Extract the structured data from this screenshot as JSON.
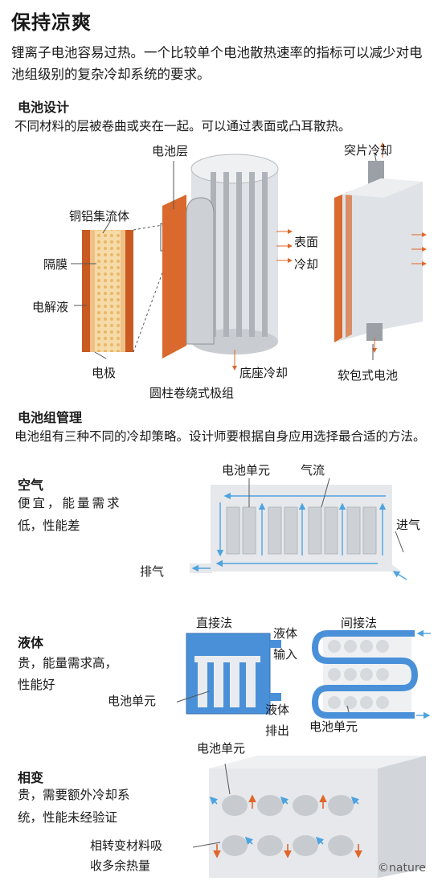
{
  "title": "保持凉爽",
  "intro": "锂离子电池容易过热。一个比较单个电池散热速率的指标可以减少对电池组级别的复杂冷却系统的要求。",
  "cell_design": {
    "heading": "电池设计",
    "desc": "不同材料的层被卷曲或夹在一起。可以通过表面或凸耳散热。",
    "labels": {
      "battery_layers": "电池层",
      "cu_al_collector": "铜铝集流体",
      "separator": "隔膜",
      "electrolyte": "电解液",
      "electrode": "电极",
      "cylindrical": "圆柱卷绕式极组",
      "base_cooling": "底座冷却",
      "surface_cooling_1": "表面",
      "surface_cooling_2": "冷却",
      "tab_cooling": "突片冷却",
      "pouch_cell": "软包式电池"
    }
  },
  "pack_management": {
    "heading": "电池组管理",
    "desc": "电池组有三种不同的冷却策略。设计师要根据自身应用选择最合适的方法。",
    "air": {
      "heading": "空气",
      "desc_1": "便宜，能量需求",
      "desc_2": "低，性能差",
      "cell_unit": "电池单元",
      "airflow": "气流",
      "intake": "进气",
      "exhaust": "排气"
    },
    "liquid": {
      "heading": "液体",
      "desc_1": "贵，能量需求高，",
      "desc_2": "性能好",
      "direct": "直接法",
      "indirect": "间接法",
      "fluid_in_1": "液体",
      "fluid_in_2": "输入",
      "fluid_out_1": "液体",
      "fluid_out_2": "排出",
      "cell_unit_left": "电池单元",
      "cell_unit_right": "电池单元"
    },
    "phase_change": {
      "heading": "相变",
      "desc_1": "贵，需要额外冷却系",
      "desc_2": "统，性能未经验证",
      "cell_unit": "电池单元",
      "pcm_1": "相转变材料吸",
      "pcm_2": "收多余热量"
    }
  },
  "credit": "©nature",
  "colors": {
    "copper": "#d9692c",
    "cell_gray": "#c9ccd0",
    "liquid_blue": "#4a90d9",
    "arrow_orange": "#e0662a",
    "air_arrow_blue": "#4ea3e0"
  }
}
